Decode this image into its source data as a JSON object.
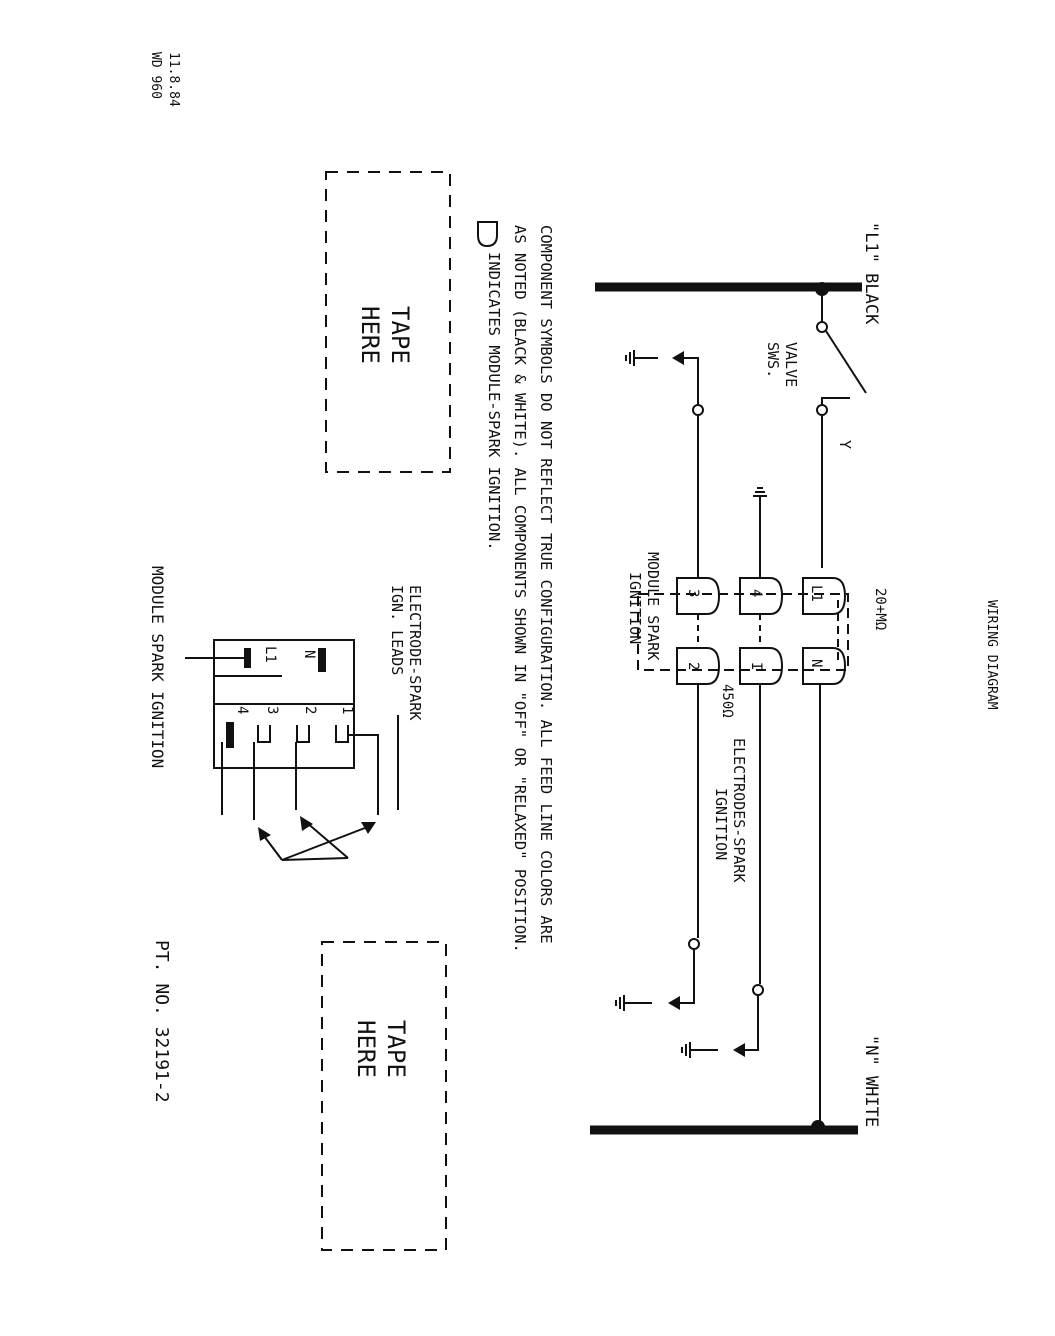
{
  "header": {
    "title": "WIRING DIAGRAM",
    "date": "11.8.84",
    "drawing_no": "WD 960",
    "part_no": "PT. NO. 32191-2"
  },
  "lines": {
    "l1": "\"L1\" BLACK",
    "n": "\"N\" WHITE"
  },
  "switch": {
    "label_1": "VALVE",
    "label_2": "SWS.",
    "wire_color": "Y"
  },
  "module": {
    "resistor_label": "20+MΩ",
    "resistor_label_2": "450Ω",
    "terminals_left": [
      "L1",
      "4",
      "3"
    ],
    "terminals_right": [
      "N",
      "I",
      "2"
    ],
    "label_1": "MODULE SPARK",
    "label_2": "IGNITION"
  },
  "electrodes": {
    "label_1": "ELECTRODES-SPARK",
    "label_2": "IGNITION"
  },
  "notes": {
    "line_1": "COMPONENT SYMBOLS DO NOT REFLECT TRUE CONFIGURATION.  ALL FEED LINE COLORS ARE",
    "line_2": "AS NOTED  (BLACK & WHITE).   ALL COMPONENTS SHOWN IN \"OFF\" OR \"RELAXED\" POSITION.",
    "line_3": "INDICATES  MODULE-SPARK  IGNITION."
  },
  "tape": {
    "label_1": "TAPE",
    "label_2": "HERE"
  },
  "connector": {
    "title_1": "ELECTRODE-SPARK",
    "title_2": "IGN. LEADS",
    "left_labels": [
      "L1",
      "N"
    ],
    "right_labels": [
      "1",
      "2",
      "3",
      "4"
    ],
    "footer": "MODULE SPARK IGNITION"
  }
}
